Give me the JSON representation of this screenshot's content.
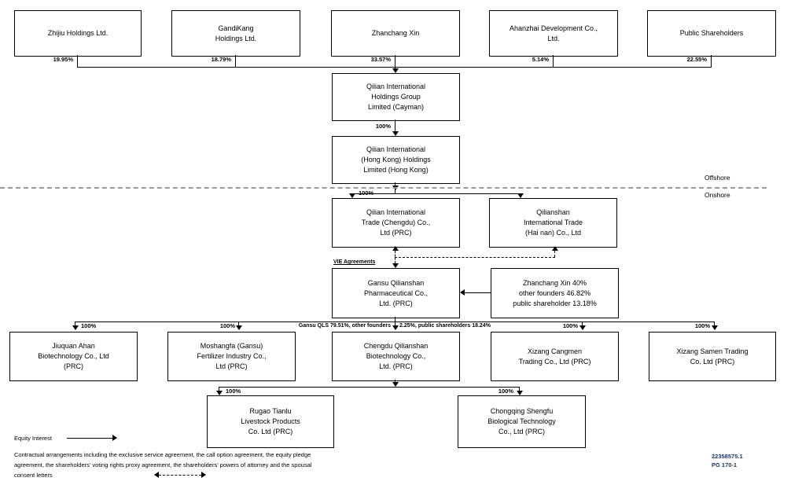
{
  "diagram": {
    "type": "corporate-structure-org-chart",
    "region_labels": {
      "offshore": "Offshore",
      "onshore": "Onshore"
    },
    "vie_label": "VIE Agreements",
    "nodes": {
      "zhijiu": {
        "label": "Zhijiu Holdings Ltd.",
        "pct": "19.95%"
      },
      "gandikang": {
        "label": "GandiKang\nHoldings Ltd.",
        "pct": "18.79%"
      },
      "zhanchang": {
        "label": "Zhanchang Xin",
        "pct": "33.57%"
      },
      "ahanzhai": {
        "label": "Ahanzhai Development Co.,\nLtd.",
        "pct": "5.14%"
      },
      "public": {
        "label": "Public Shareholders",
        "pct": "22.55%"
      },
      "cayman": {
        "label": "Qilian International\nHoldings Group\nLimited (Cayman)"
      },
      "hongkong": {
        "label": "Qilian International\n(Hong Kong) Holdings\nLimited (Hong Kong)"
      },
      "chengdu_trade": {
        "label": "Qilian International\nTrade (Chengdu) Co.,\nLtd (PRC)"
      },
      "hainan_trade": {
        "label": "Qilianshan\nInternational Trade\n(Hai nan) Co., Ltd"
      },
      "gansu_qls": {
        "label": "Gansu Qilianshan\nPharmaceutical Co.,\nLtd. (PRC)"
      },
      "gansu_holders": {
        "label": "Zhanchang Xin 40%\nother founders 46.82%\npublic shareholder 13.18%"
      },
      "jiuquan": {
        "label": "Jiuquan Ahan\nBiotechnology Co., Ltd\n(PRC)"
      },
      "moshangfa": {
        "label": "Moshangfa (Gansu)\nFertilizer Industry Co.,\nLtd (PRC)"
      },
      "chengdu_bio": {
        "label": "Chengdu Qilianshan\nBiotechnology Co.,\nLtd. (PRC)"
      },
      "cangmen": {
        "label": "Xizang Cangmen\nTrading Co., Ltd (PRC)"
      },
      "samen": {
        "label": "Xizang Samen Trading\nCo. Ltd (PRC)"
      },
      "rugao": {
        "label": "Rugao Tianlu\nLivestock Products\nCo. Ltd (PRC)"
      },
      "chongqing": {
        "label": "Chongqing Shengfu\nBiological Technology\nCo., Ltd (PRC)"
      }
    },
    "edges": {
      "cayman_to_hk": "100%",
      "hk_to_chengdu_trade": "100%",
      "qls_to_jiuquan": "100%",
      "qls_to_moshangfa": "100%",
      "qls_note_left": "Gansu QLS 79.51%, other founders",
      "qls_note_right": "2.25%,  public shareholders 18.24%",
      "qls_to_cangmen": "100%",
      "qls_to_samen": "100%",
      "bio_to_rugao": "100%",
      "bio_to_chongqing": "100%"
    },
    "legend": {
      "equity_interest": "Equity Interest",
      "contractual": "Contractual arrangements including the exclusive service agreement, the call option agreement, the equity pledge agreement, the shareholders’ voting rights proxy agreement, the shareholders’ powers of attorney and the spousal consent letters"
    },
    "footer": {
      "doc_id": "22358575.1",
      "page_ref": "PG 170-1",
      "color": "#1f3864"
    }
  }
}
